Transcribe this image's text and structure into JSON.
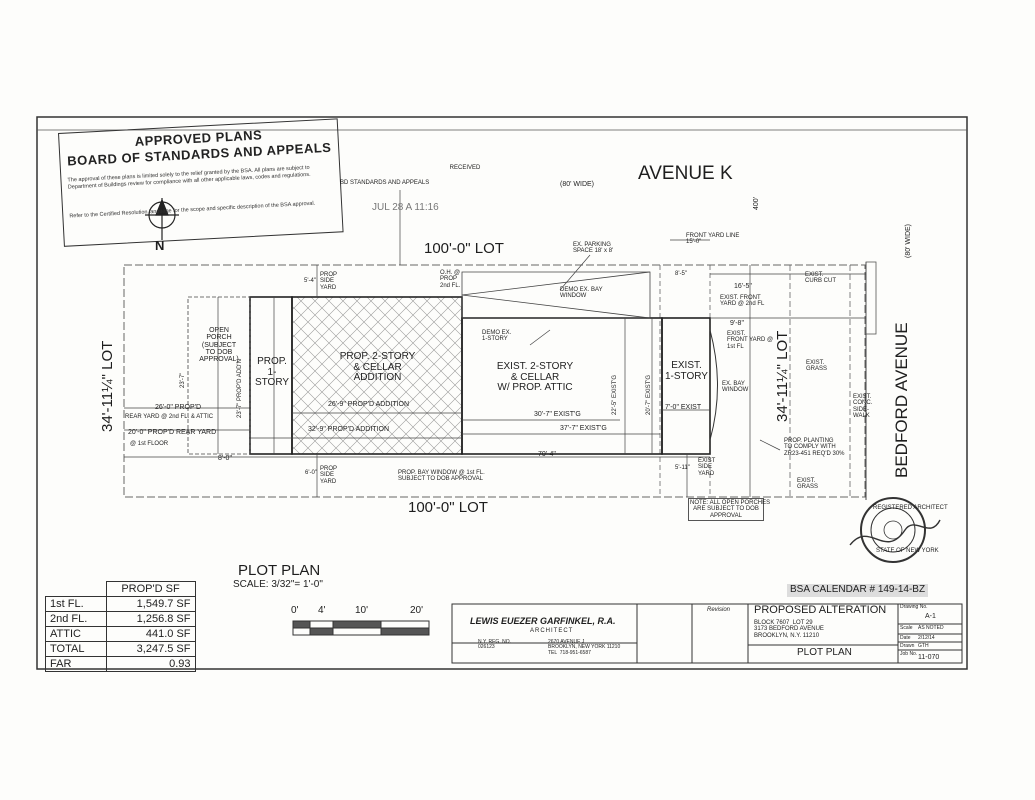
{
  "stamp": {
    "title1": "APPROVED PLANS",
    "title2": "BOARD OF STANDARDS AND APPEALS",
    "para1": "The approval of these plans is limited solely to the relief granted by the BSA. All plans are subject to Department of Buildings review for compliance with all other applicable laws, codes and regulations.",
    "para2": "Refer to the Certified Resolution language for the scope and specific description of the BSA approval."
  },
  "received": {
    "line1": "RECEIVED",
    "line2": "BD STANDARDS AND APPEALS",
    "line3": "JUL 28 A 11:16"
  },
  "north": "N",
  "streets": {
    "avenue_k": "AVENUE K",
    "avenue_k_width": "(80' WIDE)",
    "bedford": "BEDFORD AVENUE",
    "bedford_width": "(80' WIDE)",
    "dim_400": "400'"
  },
  "lot": {
    "top": "100'-0\" LOT",
    "bottom": "100'-0\" LOT",
    "left": "34'-11¼\" LOT",
    "right": "34'-11¼\" LOT"
  },
  "labels": {
    "ex_parking": "EX. PARKING\nSPACE 18' x 8'",
    "front_yard_line": "FRONT YARD LINE\n15'-0\"",
    "oh_prop": "O.H. @\nPROP\n2nd FL.",
    "demo_bay": "DEMO EX. BAY\nWINDOW",
    "demo_1story": "DEMO EX.\n1-STORY",
    "dim_16_5": "16'-5\"",
    "exist_front_yard_2": "EXIST. FRONT\nYARD @ 2nd FL",
    "exist_curb_cut": "EXIST.\nCURB CUT",
    "dim_9_8": "9'-8\"",
    "exist_front_yard_1": "EXIST.\nFRONT YARD @\n1st FL",
    "exist_grass_1": "EXIST.\nGRASS",
    "ex_bay_window": "EX. BAY\nWINDOW",
    "exist_conc": "EXIST.\nCONC.\nSIDE-\nWALK",
    "prop_planting": "PROP. PLANTING\nTO COMPLY WITH\nZR23-451 REQ'D 30%",
    "exist_grass_2": "EXIST.\nGRASS",
    "open_porch": "OPEN\nPORCH\n(SUBJECT\nTO DOB\nAPPROVAL)",
    "prop_1story": "PROP.\n1-\nSTORY",
    "prop_2story": "PROP. 2-STORY\n& CELLAR\nADDITION",
    "exist_2story": "EXIST. 2-STORY\n& CELLAR\nW/ PROP. ATTIC",
    "exist_1story": "EXIST.\n1-STORY",
    "side_yard_top": "PROP\nSIDE\nYARD",
    "side_yard_bot": "PROP\nSIDE\nYARD",
    "exist_side_yard": "EXIST\nSIDE\nYARD",
    "dim_5_4": "5'-4\"",
    "dim_8_5": "8'-5\"",
    "dim_6_0": "6'-0\"",
    "dim_5_11": "5'-11\"",
    "dim_23_7": "23'-7\"",
    "dim_23_7_prop": "23'-7\" PROP'D ADD'N",
    "dim_22_5": "22'-5\" EXIST'G",
    "dim_20_7": "20'-7\" EXIST'G",
    "dim_26_0": "26'-0\" PROP'D",
    "rear_yard_2": "REAR YARD @ 2nd FL. & ATTIC",
    "dim_20_0": "20'-0\" PROP'D REAR YARD",
    "rear_yard_1": "@ 1st FLOOR",
    "dim_26_9": "26'-9\" PROP'D ADDITION",
    "dim_32_9": "32'-9\" PROP'D ADDITION",
    "dim_30_7": "30'-7\" EXIST'G",
    "dim_37_7": "37'-7\" EXIST'G",
    "dim_7_0": "7'-0\" EXIST",
    "dim_8_0": "8'-0\"",
    "dim_70_4": "70'-4\"",
    "bay_window_note": "PROP. BAY WINDOW @ 1st FL.\nSUBJECT TO DOB APPROVAL",
    "porch_note": "NOTE: ALL OPEN PORCHES\nARE SUBJECT TO DOB\nAPPROVAL"
  },
  "plot_plan": {
    "title": "PLOT PLAN",
    "scale": "SCALE: 3/32\"= 1'-0\"",
    "ticks": [
      "0'",
      "4'",
      "10'",
      "20'"
    ]
  },
  "area_table": {
    "header": "PROP'D SF",
    "rows": [
      {
        "label": "1st FL.",
        "value": "1,549.7 SF"
      },
      {
        "label": "2nd FL.",
        "value": "1,256.8 SF"
      },
      {
        "label": "ATTIC",
        "value": "441.0 SF"
      },
      {
        "label": "TOTAL",
        "value": "3,247.5 SF"
      },
      {
        "label": "FAR",
        "value": "0.93"
      }
    ]
  },
  "bsa_calendar": "BSA CALENDAR # 149-14-BZ",
  "title_block": {
    "architect": "LEWIS EUEZER GARFINKEL, R.A.",
    "architect_sub": "ARCHITECT",
    "address_left": "N.Y. REG. NO.\n026123",
    "address_right": "2670 AVENUE J\nBROOKLYN, NEW YORK 11210\nTEL  718-951-6587",
    "revision": "Revision",
    "project": "PROPOSED ALTERATION",
    "project_detail": "BLOCK 7607  LOT 29\n3173 BEDFORD AVENUE\nBROOKLYN, N.Y. 11210",
    "sheet_title": "PLOT PLAN",
    "drawing_no_label": "Drawing No.",
    "drawing_no": "A-1",
    "scale_label": "Scale",
    "scale_value": "AS NOTED",
    "date_label": "Date",
    "date_value": "2/12/14",
    "drawn_label": "Drawn",
    "drawn_value": "GTH",
    "job_label": "Job No.",
    "job_value": "11-070"
  },
  "seal": {
    "ring_text": "REGISTERED ARCHITECT",
    "state": "STATE OF NEW YORK"
  }
}
